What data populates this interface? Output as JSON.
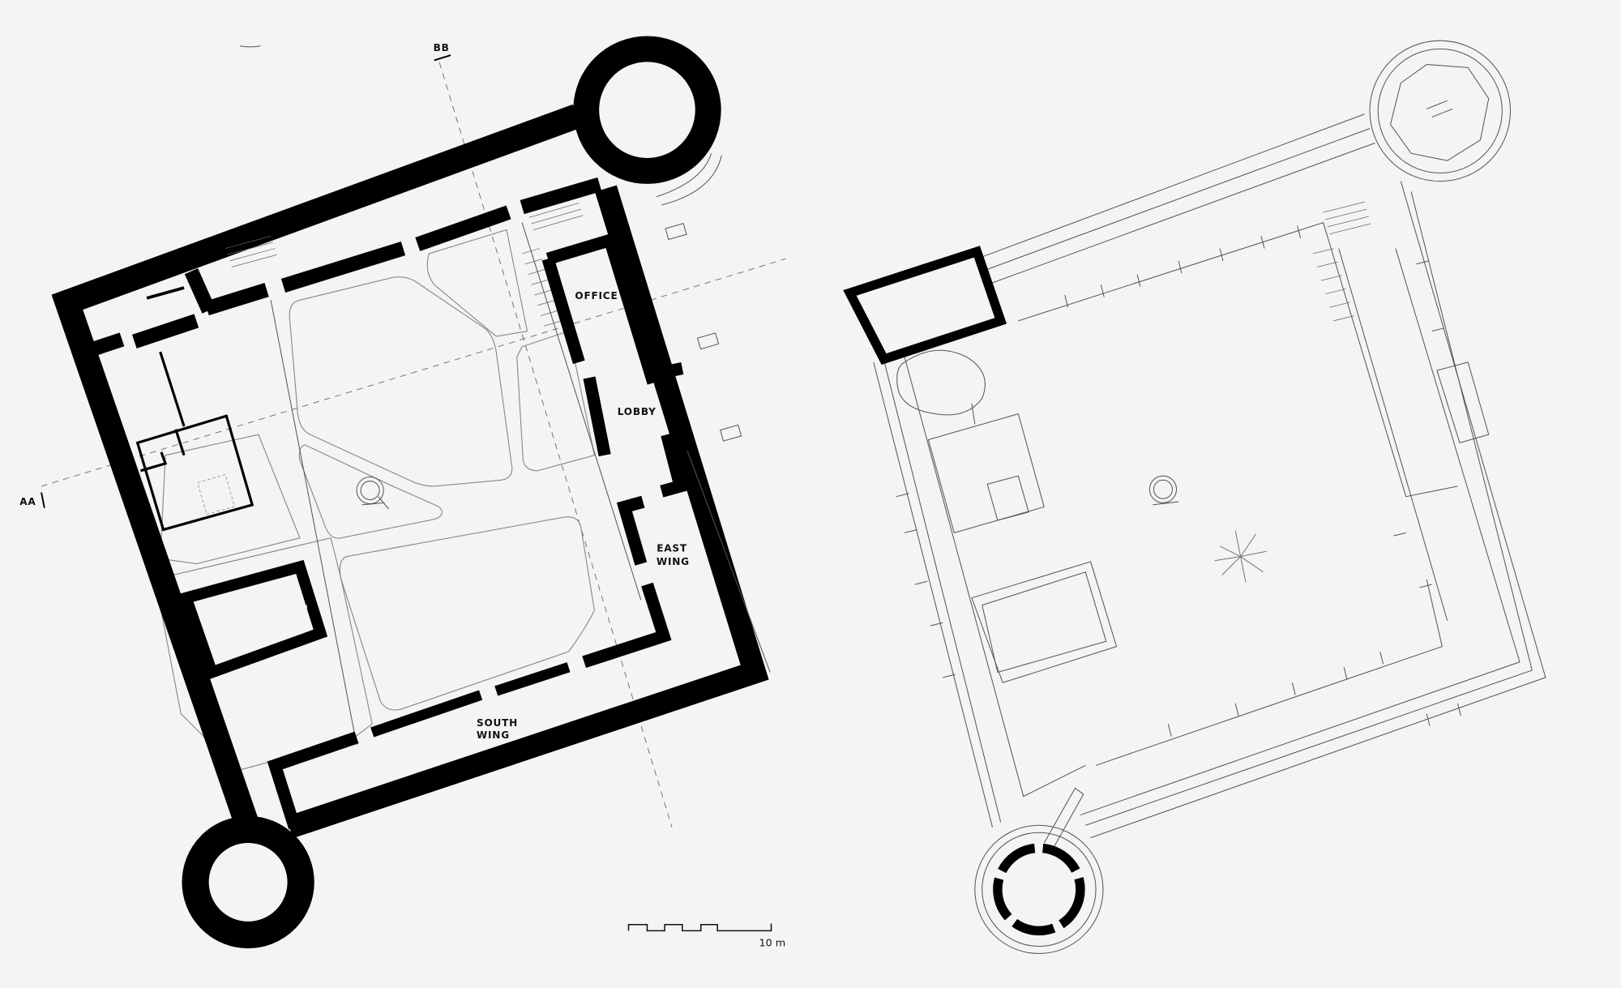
{
  "drawing": {
    "section_labels": {
      "bb": "BB",
      "aa": "AA"
    },
    "room_labels": {
      "office": "OFFICE",
      "lobby": "LOBBY",
      "east_wing_1": "EAST",
      "east_wing_2": "WING",
      "south_wing_1": "SOUTH",
      "south_wing_2": "WING"
    },
    "scale_bar": {
      "label": "10 m"
    },
    "colors": {
      "background": "#f4f4f4",
      "wall": "#000000",
      "line": "#555555"
    }
  }
}
